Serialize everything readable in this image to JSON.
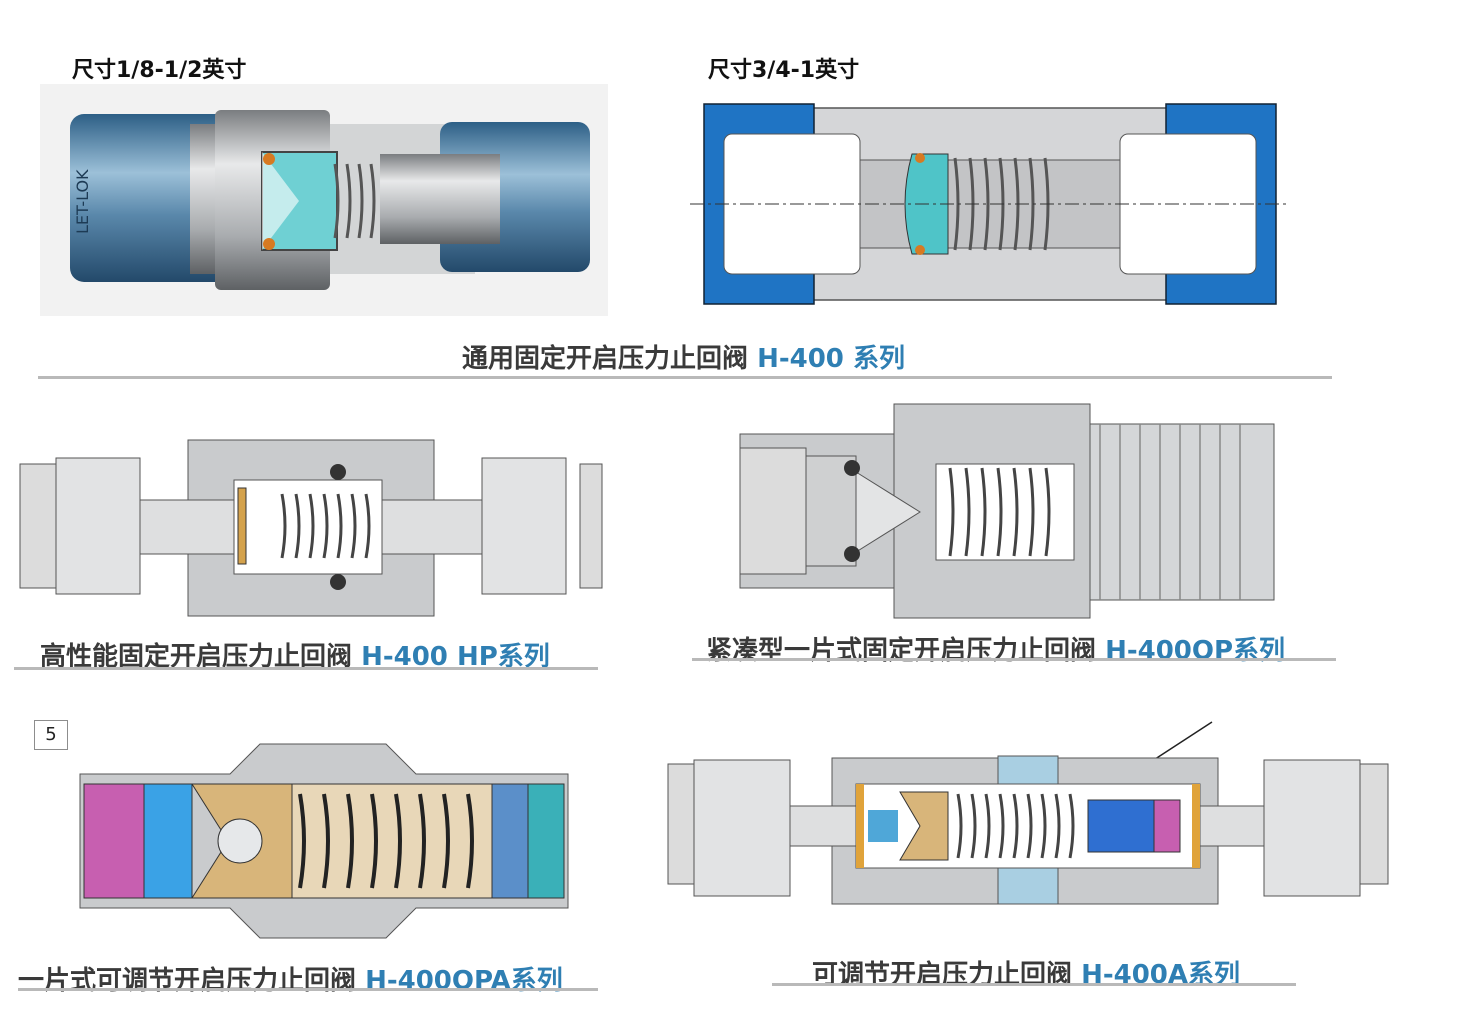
{
  "sections": {
    "top_left_size": "尺寸1/8-1/2英寸",
    "top_right_size": "尺寸3/4-1英寸",
    "logo_text": "LET-LOK",
    "caption1": {
      "main": "通用固定开启压力止回阀 ",
      "series": "H-400 系列"
    },
    "caption2": {
      "main": "高性能固定开启压力止回阀 ",
      "series": "H-400 HP系列"
    },
    "caption3": {
      "main": "紧凑型一片式固定开启压力止回阀 ",
      "series": "H-400OP系列"
    },
    "caption4": {
      "main": "一片式可调节开启压力止回阀 ",
      "series": "H-400OPA系列"
    },
    "caption5": {
      "main": "可调节开启压力止回阀 ",
      "series": "H-400A系列"
    },
    "page_badge": "5"
  },
  "colors": {
    "accent": "#2f7fb3",
    "steel": "#c9cbcd",
    "blue_nut": "#1f74c4",
    "cyan_seat": "#4fc4c8",
    "brass": "#d8b57a",
    "magenta": "#c75fb0"
  }
}
